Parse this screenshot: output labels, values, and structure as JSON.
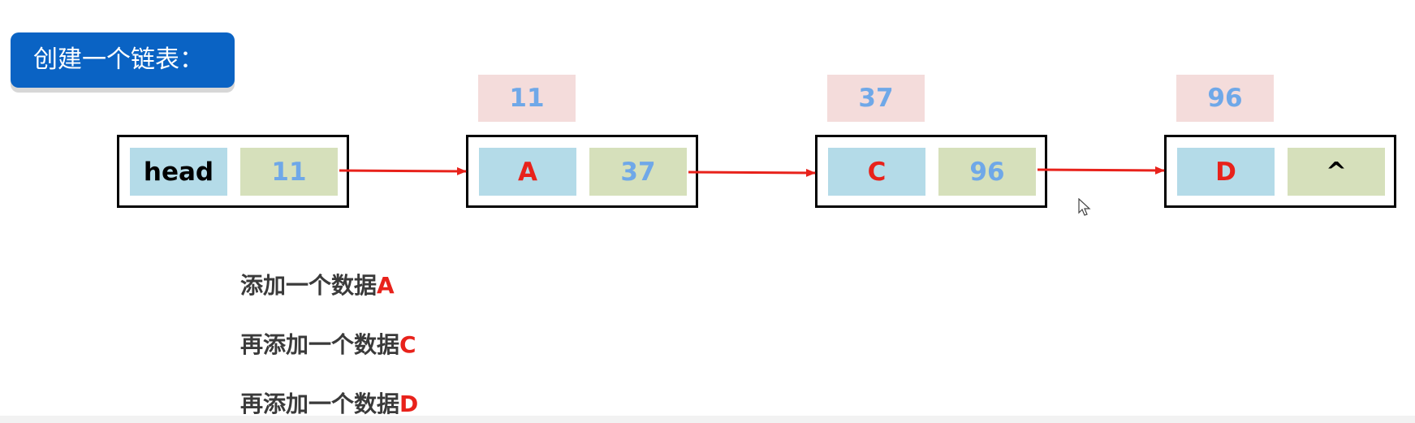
{
  "title": "创建一个链表：",
  "colors": {
    "data_text": "#e8221b",
    "pointer_text": "#6fa8e8",
    "head_text": "#000000",
    "arrow": "#e8221b"
  },
  "head_node": {
    "label": "head",
    "next": "11"
  },
  "nodes": [
    {
      "address": "11",
      "data": "A",
      "next": "37"
    },
    {
      "address": "37",
      "data": "C",
      "next": "96"
    },
    {
      "address": "96",
      "data": "D",
      "next": "^"
    }
  ],
  "steps": [
    {
      "text": "添加一个数据",
      "highlight": "A"
    },
    {
      "text": "再添加一个数据",
      "highlight": "C"
    },
    {
      "text": "再添加一个数据",
      "highlight": "D"
    }
  ]
}
